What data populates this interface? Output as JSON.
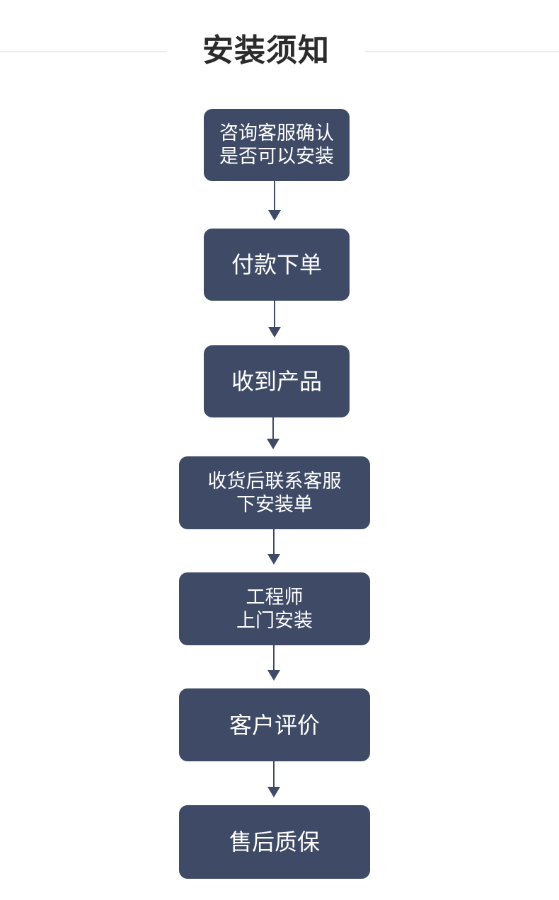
{
  "title": "安装须知",
  "steps": [
    {
      "lines": [
        "咨询客服确认",
        "是否可以安装"
      ]
    },
    {
      "lines": [
        "付款下单"
      ]
    },
    {
      "lines": [
        "收到产品"
      ]
    },
    {
      "lines": [
        "收货后联系客服",
        "下安装单"
      ]
    },
    {
      "lines": [
        "工程师",
        "上门安装"
      ]
    },
    {
      "lines": [
        "客户评价"
      ]
    },
    {
      "lines": [
        "售后质保"
      ]
    }
  ],
  "colors": {
    "box": "#3f4b66",
    "box_text": "#ffffff",
    "title_text": "#2b2b2b",
    "rule": "#ececec"
  }
}
